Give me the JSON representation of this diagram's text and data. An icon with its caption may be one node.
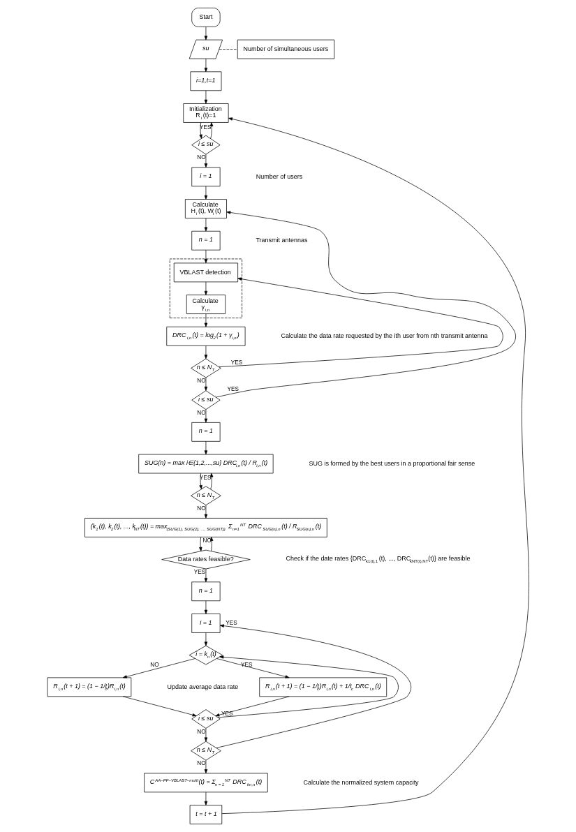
{
  "diagram": {
    "nodes": [
      {
        "text": [
          "Start"
        ]
      },
      {
        "text": [
          "su"
        ]
      },
      {
        "text": [
          "Number of simultaneous users"
        ]
      },
      {
        "text": [
          "i=1,t=1"
        ]
      },
      {
        "text": [
          "Initialization",
          "R$_{i}$(t)=1"
        ]
      },
      {
        "text": [
          "i ≤ su"
        ]
      },
      {
        "text": [
          "i = 1"
        ]
      },
      {
        "text": [
          "Calculate",
          "H$_{i}$(t), W$_{i}$(t)"
        ]
      },
      {
        "text": [
          "n = 1"
        ]
      },
      {
        "text": [],
        "shape": "box"
      },
      {
        "text": [
          "VBLAST detection"
        ],
        "in": 9
      },
      {
        "text": [
          "Calculate",
          "γ$_{i,n}$"
        ],
        "in": 9
      },
      {
        "text": [
          "DRC$_{i,n}$(t) = log$_{2}$(1 + γ$_{i,n}$)"
        ]
      },
      {
        "text": [
          "n ≤ N$_{T}$"
        ]
      },
      {
        "text": [
          "i ≤ su"
        ]
      },
      {
        "text": [
          "n = 1"
        ]
      },
      {
        "text": [
          "SUG(n) = max i∈{1,2,...,su} DRC$_{i,n}$(t) / R$_{i,n}$(t)"
        ]
      },
      {
        "text": [
          "n ≤ N$_{T}$"
        ]
      },
      {
        "text": [
          "(k$_{1}$(t), k$_{2}$(t), ..., k$_{NT}$(t)) = max$_{(SUG(1), SUG(2), ..., SUG(NT))}$ Σ$_{n=1}$$^{NT}$ DRC$_{SUG(n),n}$(t) / R$_{SUG(n),n}$(t)"
        ]
      },
      {
        "text": [
          "Data rates feasible?"
        ]
      },
      {
        "text": [
          "n = 1"
        ]
      },
      {
        "text": [
          "i = 1"
        ]
      },
      {
        "text": [
          "i = k$_{n}$(t)"
        ]
      },
      {
        "text": [
          "R$_{i,n}$(t + 1) = (1 − 1/t$_{c}$)R$_{i,n}$(t)"
        ]
      },
      {
        "text": [
          "R$_{i,n}$(t + 1) = (1 − 1/t$_{c}$)R$_{i,n}$(t) + 1/t$_{c}$ DRC$_{i,n}$(t)"
        ]
      },
      {
        "text": [
          "i ≤ su"
        ]
      },
      {
        "text": [
          "n ≤ N$_{T}$"
        ]
      },
      {
        "text": [
          "C$^{AA−PF−VBLAST−multi}$(t) = Σ$_{n = 1}$$^{NT}$ DRC$_{kn,n}$(t)"
        ]
      },
      {
        "text": [
          "t = t + 1"
        ]
      }
    ],
    "edges": [
      {
        "from": 0,
        "to": 1,
        "arrow": "to"
      },
      {
        "from": 1,
        "to": 3,
        "arrow": "to"
      },
      {
        "from": 1,
        "to": 2,
        "arrow": "none",
        "style": "dashed"
      },
      {
        "from": 3,
        "to": 4,
        "arrow": "to"
      },
      {
        "from": 4,
        "to": 5,
        "arrow": "to"
      },
      {
        "from": 5,
        "to": 4,
        "arrow": "to",
        "label": "YES"
      },
      {
        "from": 5,
        "to": 6,
        "arrow": "to",
        "label": "NO"
      },
      {
        "from": 6,
        "to": 7,
        "arrow": "to"
      },
      {
        "from": 7,
        "to": 8,
        "arrow": "to"
      },
      {
        "from": 8,
        "to": 10,
        "arrow": "to"
      },
      {
        "from": 10,
        "to": 11,
        "arrow": "to"
      },
      {
        "from": 11,
        "to": 12,
        "arrow": "to"
      },
      {
        "from": 12,
        "to": 13,
        "arrow": "to"
      },
      {
        "from": 13,
        "to": 10,
        "arrow": "to",
        "label": "YES"
      },
      {
        "from": 13,
        "to": 14,
        "arrow": "to",
        "label": "NO"
      },
      {
        "from": 14,
        "to": 7,
        "arrow": "to",
        "label": "YES"
      },
      {
        "from": 14,
        "to": 15,
        "arrow": "to",
        "label": "NO"
      },
      {
        "from": 15,
        "to": 16,
        "arrow": "to"
      },
      {
        "from": 16,
        "to": 17,
        "arrow": "to"
      },
      {
        "from": 17,
        "to": 16,
        "arrow": "to",
        "label": "YES"
      },
      {
        "from": 17,
        "to": 18,
        "arrow": "to",
        "label": "NO"
      },
      {
        "from": 18,
        "to": 19,
        "arrow": "to"
      },
      {
        "from": 19,
        "to": 18,
        "arrow": "to",
        "label": "NO"
      },
      {
        "from": 19,
        "to": 20,
        "arrow": "to",
        "label": "YES"
      },
      {
        "from": 20,
        "to": 21,
        "arrow": "to"
      },
      {
        "from": 21,
        "to": 22,
        "arrow": "to"
      },
      {
        "from": 22,
        "to": 23,
        "arrow": "to",
        "label": "NO"
      },
      {
        "from": 22,
        "to": 24,
        "arrow": "to",
        "label": "YES"
      },
      {
        "from": 23,
        "to": 25,
        "arrow": "to"
      },
      {
        "from": 24,
        "to": 25,
        "arrow": "to"
      },
      {
        "from": 25,
        "to": 22,
        "arrow": "to",
        "label": "YES"
      },
      {
        "from": 25,
        "to": 26,
        "arrow": "to",
        "label": "NO"
      },
      {
        "from": 26,
        "to": 27,
        "arrow": "to",
        "label": "NO"
      },
      {
        "from": 26,
        "to": 21,
        "arrow": "to",
        "label": "YES"
      },
      {
        "from": 27,
        "to": 28,
        "arrow": "to"
      },
      {
        "from": 28,
        "to": 4,
        "arrow": "to"
      }
    ],
    "labels": [
      "Number of users",
      "Transmit antennas",
      "Calculate the data rate requested by the ith user from nth transmit antenna",
      "SUG is formed by the best users in a proportional fair sense",
      "Check if the date rates {DRC$_{k1(t),1}$(t), ..., DRC$_{kNT(t),NT}$(t)} are feasible",
      "Update average data rate",
      "Calculate the normalized system capacity"
    ]
  }
}
